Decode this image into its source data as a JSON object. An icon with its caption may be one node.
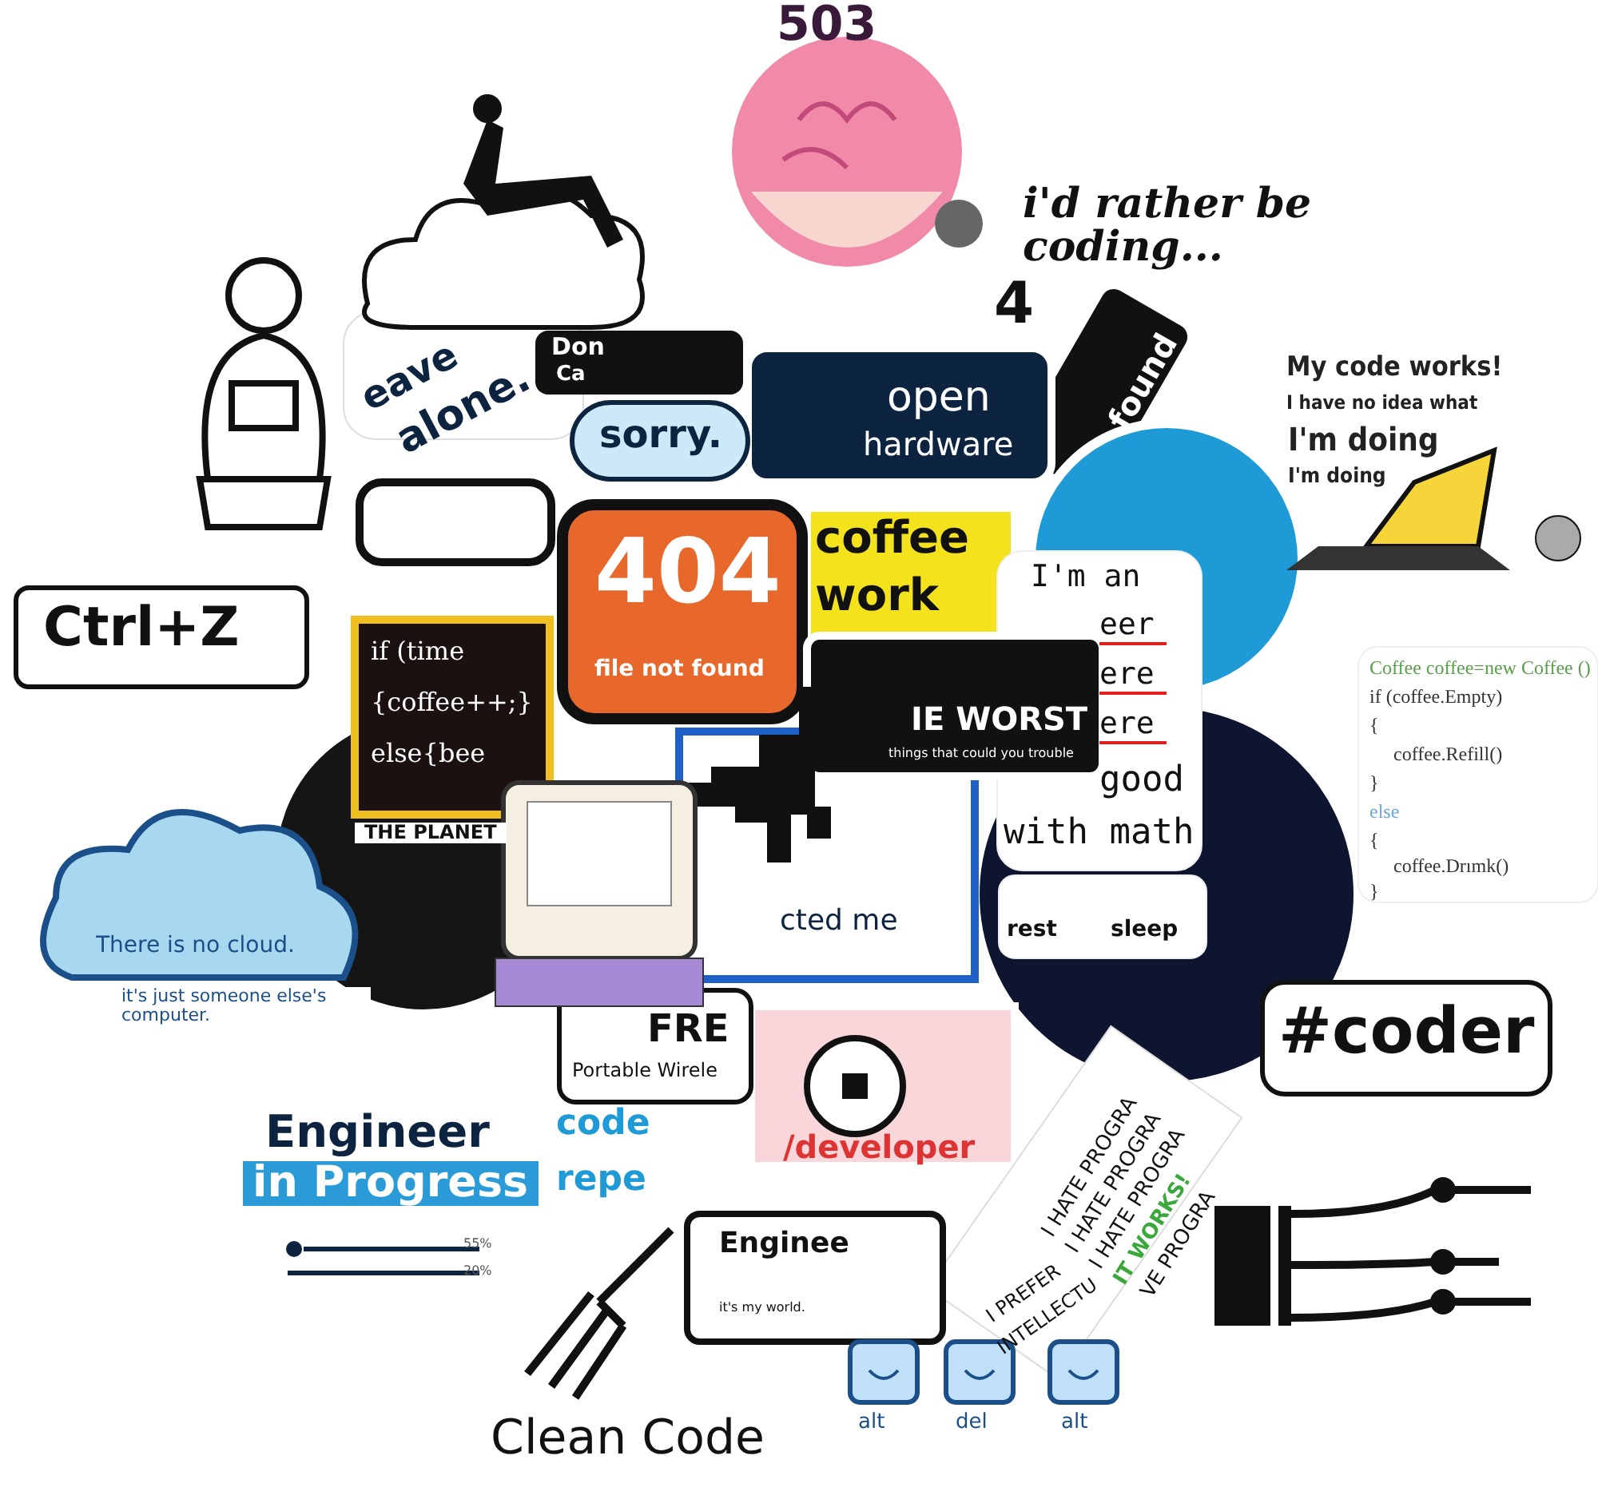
{
  "diagram": {
    "labels": [
      "503",
      "i'd rather be coding...",
      "eave",
      "alone.",
      "Don",
      "Ca",
      "sorry.",
      "open",
      "hardware",
      "4",
      "found",
      "My code works!",
      "I have no idea what",
      "I'm doing",
      "I'm doing",
      "Ctrl+Z",
      "if (time",
      "{coffee++;}",
      "else{bee",
      "404",
      "file not found",
      "coffee",
      "work",
      "I'm an",
      "eer",
      "ere",
      "ere",
      "good",
      "with math",
      "IE WORST",
      "things that could you trouble",
      "cted me",
      "THE PLANET",
      "There is no cloud.",
      "it's just someone else's computer.",
      "Coffee coffee=new Coffee ()",
      "if (coffee.Empty)",
      "{",
      "coffee.Refill()",
      "}",
      "else",
      "{",
      "coffee.Drımk()",
      "}",
      "rest",
      "sleep",
      "FRE",
      "Portable Wirele",
      "#coder",
      "Engineer",
      "in Progress",
      "55%",
      "20%",
      "code",
      "repe",
      "/developer",
      "I HATE PROGRA",
      "I HATE PROGRA",
      "I HATE PROGRA",
      "IT WORKS!",
      "VE PROGRA",
      "I PREFER",
      "INTELLECTU",
      "Enginee",
      "it's my world.",
      "Clean Code",
      "alt",
      "del",
      "alt"
    ]
  }
}
